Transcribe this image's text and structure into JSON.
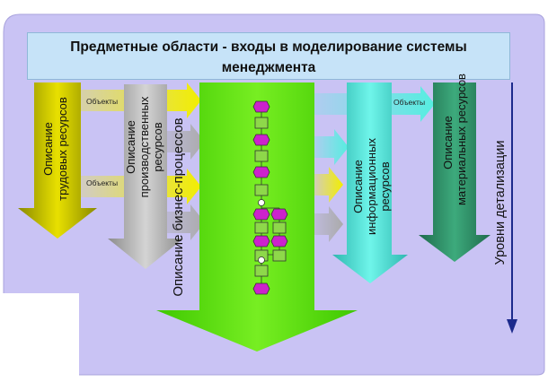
{
  "header": {
    "line1": "Предметные области - входы в моделирование системы",
    "line2": "менеджмента"
  },
  "arrows": {
    "labor": "Описание трудовых ресурсов",
    "labor_lines": [
      "Описание",
      "трудовых ресурсов"
    ],
    "production_lines": [
      "Описание",
      "производственных",
      "ресурсов"
    ],
    "business": "Описание бизнес-процессов",
    "info_lines": [
      "Описание",
      "информационных",
      "ресурсов"
    ],
    "material_lines": [
      "Описание",
      "материальных ресурсов"
    ]
  },
  "objects_labels": {
    "top_left": "Объекты",
    "mid_left": "Объекты",
    "top_right": "Объекты"
  },
  "axis": {
    "label": "Уровни детализации"
  },
  "colors": {
    "background": "#c9c3f4",
    "yellow": "#e8e000",
    "gray": "#bdbdbd",
    "green": "#66dd22",
    "cyan": "#55eee0",
    "teal": "#2e9a6c",
    "purple_node": "#cc22cc",
    "green_node": "#8ed84a"
  }
}
